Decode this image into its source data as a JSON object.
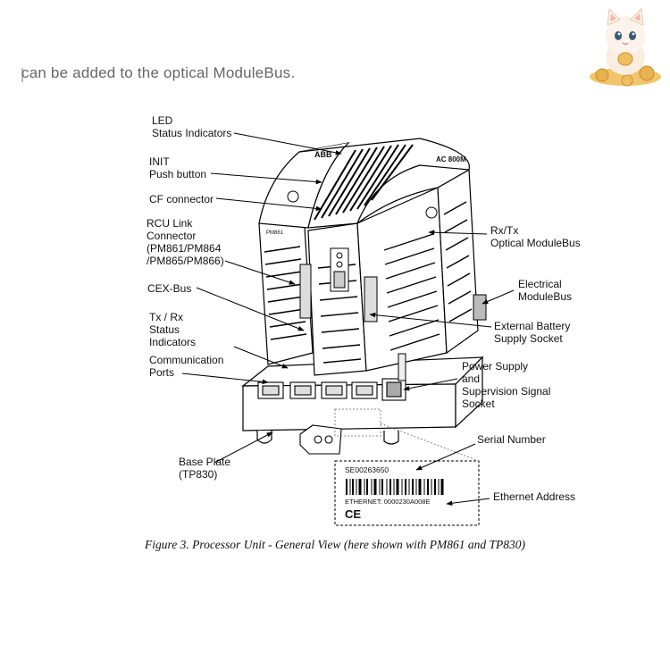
{
  "top_text": "can be added to the optical ModuleBus.",
  "labels": {
    "led": "LED\nStatus Indicators",
    "init": "INIT\nPush button",
    "cf": "CF connector",
    "rcu": "RCU Link\nConnector\n(PM861/PM864\n/PM865/PM866)",
    "cex": "CEX-Bus",
    "txrx": "Tx / Rx\nStatus\nIndicators",
    "comm": "Communication\nPorts",
    "base": "Base Plate\n(TP830)",
    "rxtx_opt": "Rx/Tx\nOptical ModuleBus",
    "elec": "Electrical\nModuleBus",
    "battery": "External Battery\nSupply Socket",
    "power": "Power Supply\nand\nSupervision Signal\nSocket",
    "serial": "Serial Number",
    "ethernet": "Ethernet Address"
  },
  "device": {
    "brand": "ABB",
    "product": "AC 800M",
    "model": "PM861"
  },
  "sticker": {
    "serial_number": "SE00263650",
    "ethernet_address": "ETHERNET: 0000230A008E",
    "mark": "CE"
  },
  "caption": "Figure 3. Processor Unit - General View (here shown with PM861 and TP830)"
}
